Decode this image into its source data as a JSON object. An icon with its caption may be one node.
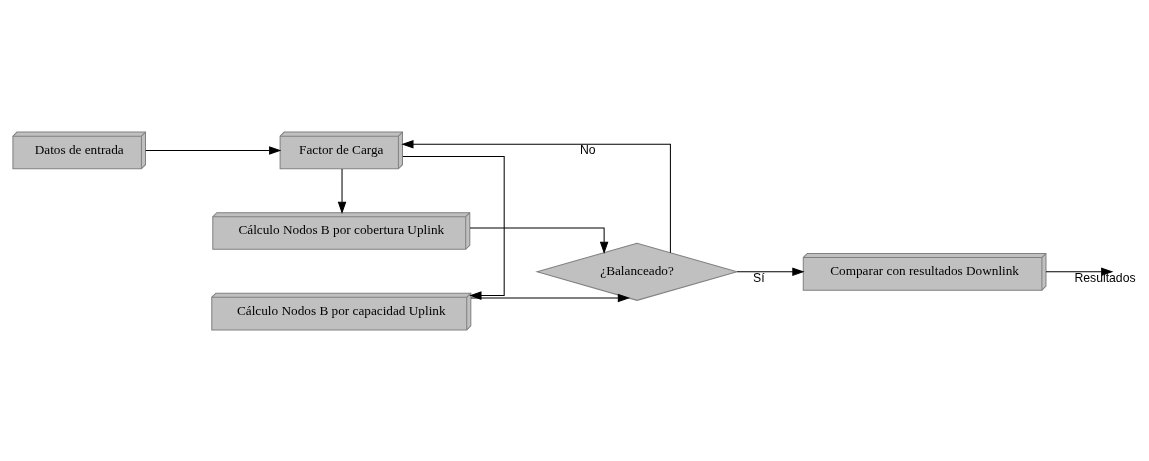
{
  "diagram": {
    "nodes": [
      {
        "text": [
          "Datos de entrada"
        ]
      },
      {
        "text": [
          "Factor de Carga"
        ]
      },
      {
        "text": [
          "Cálculo Nodos B por capacidad Uplink"
        ]
      },
      {
        "text": [
          "Cálculo Nodos B por cobertura Uplink"
        ]
      },
      {
        "text": [
          "¿Balanceado?"
        ]
      },
      {
        "text": [
          "Comparar con resultados Downlink"
        ]
      }
    ],
    "edges": [
      {
        "from": 0,
        "to": 1,
        "arrow": "to"
      },
      {
        "from": 1,
        "to": 2,
        "arrow": "to"
      },
      {
        "from": 1,
        "to": 3,
        "arrow": "to"
      },
      {
        "from": 2,
        "to": 4,
        "arrow": "to"
      },
      {
        "from": 3,
        "to": 4,
        "arrow": "to"
      },
      {
        "from": 4,
        "to": 1,
        "arrow": "to",
        "label": "No"
      },
      {
        "from": 4,
        "to": 5,
        "arrow": "to",
        "label": "Sí"
      },
      {
        "from": 5,
        "to": null,
        "arrow": "to",
        "label": "Resultados"
      }
    ]
  }
}
